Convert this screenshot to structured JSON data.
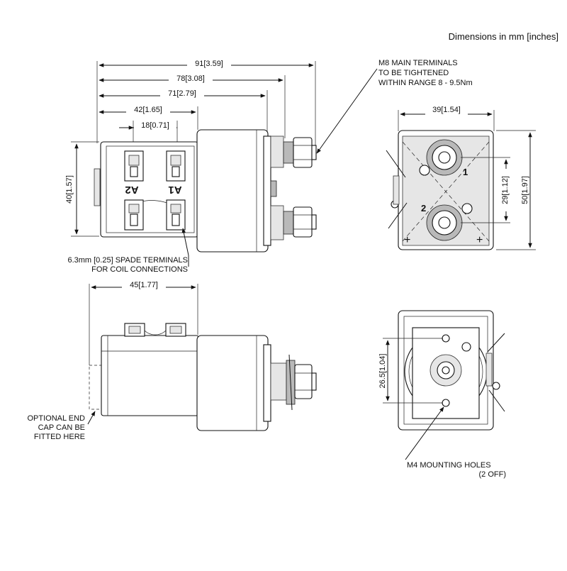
{
  "header": {
    "units": "Dimensions in mm [inches]"
  },
  "dimensions": {
    "d91": "91[3.59]",
    "d78": "78[3.08]",
    "d71": "71[2.79]",
    "d42": "42[1.65]",
    "d18": "18[0.71]",
    "d40": "40[1.57]",
    "d39": "39[1.54]",
    "d29": "29[1.12]",
    "d50": "50[1.97]",
    "d45": "45[1.77]",
    "d26": "26.5[1.04]"
  },
  "callouts": {
    "m8_line1": "M8 MAIN TERMINALS",
    "m8_line2": "TO BE TIGHTENED",
    "m8_line3": "WITHIN RANGE 8 - 9.5Nm",
    "spade_line1": "6.3mm [0.25] SPADE  TERMINALS",
    "spade_line2": "FOR COIL CONNECTIONS",
    "endcap_line1": "OPTIONAL END",
    "endcap_line2": "CAP CAN BE",
    "endcap_line3": "FITTED HERE",
    "m4_line1": "M4 MOUNTING HOLES",
    "m4_line2": "(2 OFF)"
  },
  "labels": {
    "a1": "A1",
    "a2": "A2",
    "t1": "1",
    "t2": "2",
    "plus": "+"
  }
}
